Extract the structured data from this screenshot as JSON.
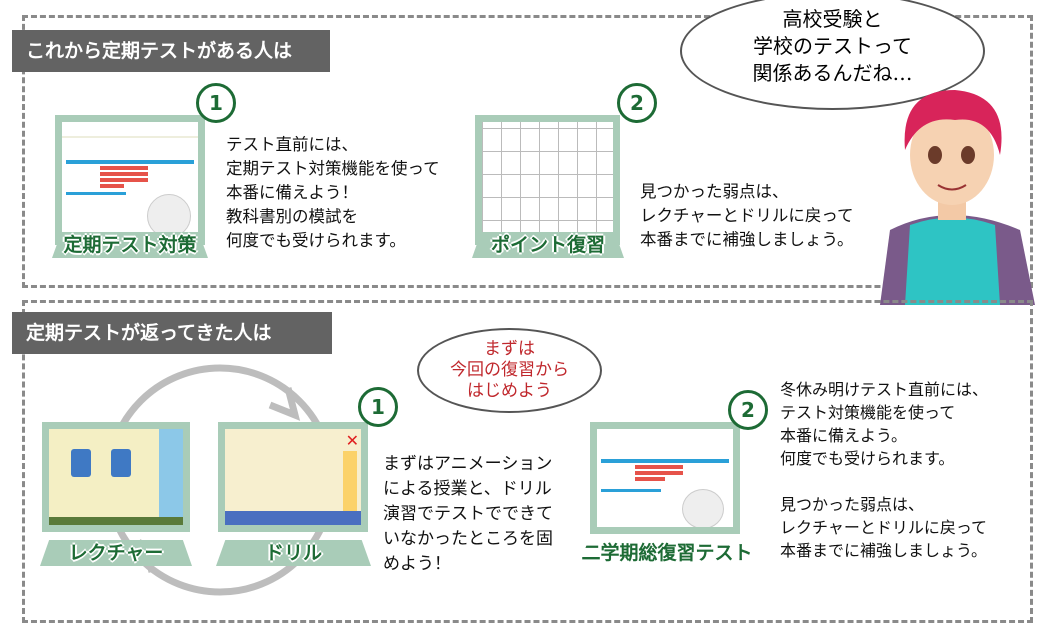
{
  "section1": {
    "header": "これから定期テストがある人は",
    "step1": {
      "badge": "1",
      "label": "定期テスト対策",
      "text": "テスト直前には、\n定期テスト対策機能を使って\n本番に備えよう！\n教科書別の模試を\n何度でも受けられます。"
    },
    "step2": {
      "badge": "2",
      "label": "ポイント復習",
      "text": "見つかった弱点は、\nレクチャーとドリルに戻って\n本番までに補強しましょう。"
    },
    "speech": "高校受験と\n学校のテストって\n関係あるんだね…"
  },
  "section2": {
    "header": "定期テストが返ってきた人は",
    "lecture_label": "レクチャー",
    "drill_label": "ドリル",
    "step1": {
      "badge": "1",
      "text": "まずはアニメーション\nによる授業と、ドリル\n演習でテストでできて\nいなかったところを固\nめよう！"
    },
    "speech": "まずは\n今回の復習から\nはじめよう",
    "step2": {
      "badge": "2",
      "label": "二学期総復習テスト",
      "text": "冬休み明けテスト直前には、\nテスト対策機能を使って\n本番に備えよう。\n何度でも受けられます。\n\n見つかった弱点は、\nレクチャーとドリルに戻って\n本番までに補強しましょう。"
    }
  },
  "colors": {
    "accent_green": "#1d6b35",
    "frame": "#a9ccb8",
    "speech_red": "#c0282d"
  }
}
